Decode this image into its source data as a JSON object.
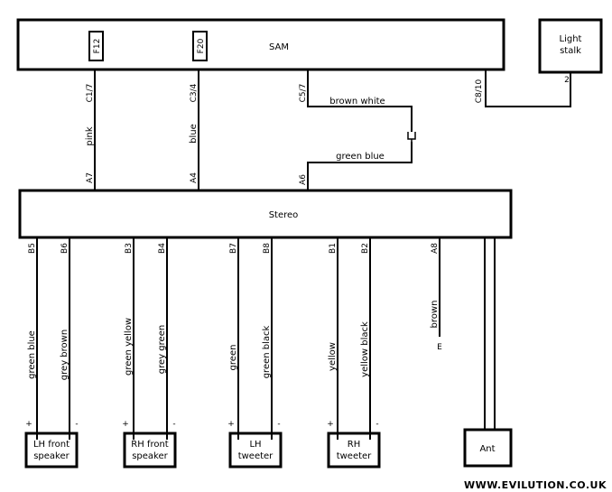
{
  "boxes": {
    "sam": "SAM",
    "fuse_f12": "F12",
    "fuse_f20": "F20",
    "light_stalk_line1": "Light",
    "light_stalk_line2": "stalk",
    "stereo": "Stereo",
    "lh_front_line1": "LH front",
    "lh_front_line2": "speaker",
    "rh_front_line1": "RH front",
    "rh_front_line2": "speaker",
    "lh_tweeter_line1": "LH",
    "lh_tweeter_line2": "tweeter",
    "rh_tweeter_line1": "RH",
    "rh_tweeter_line2": "tweeter",
    "ant": "Ant"
  },
  "pins": {
    "c1_7": "C1/7",
    "c3_4": "C3/4",
    "c5_7": "C5/7",
    "c8_10": "C8/10",
    "stalk_2": "2",
    "a7": "A7",
    "a4": "A4",
    "a6": "A6",
    "b5": "B5",
    "b6": "B6",
    "b3": "B3",
    "b4": "B4",
    "b7": "B7",
    "b8": "B8",
    "b1": "B1",
    "b2": "B2",
    "a8": "A8"
  },
  "wires": {
    "pink": "pink",
    "blue": "blue",
    "brown_white": "brown white",
    "green_blue_top": "green blue",
    "green_blue": "green blue",
    "grey_brown": "grey brown",
    "green_yellow": "green yellow",
    "grey_green": "grey green",
    "green": "green",
    "green_black": "green black",
    "yellow": "yellow",
    "yellow_black": "yellow black",
    "brown": "brown",
    "earth": "E"
  },
  "polarity": {
    "plus": "+",
    "minus": "-"
  },
  "watermark": "WWW.EVILUTION.CO.UK"
}
